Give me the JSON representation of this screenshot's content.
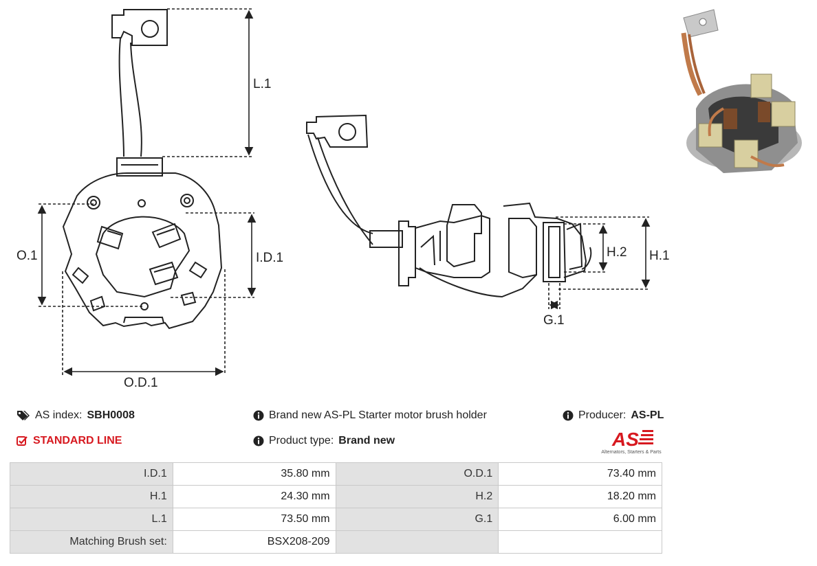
{
  "drawing": {
    "labels": {
      "l1": "L.1",
      "o1": "O.1",
      "id1": "I.D.1",
      "od1": "O.D.1",
      "h2": "H.2",
      "h1": "H.1",
      "g1": "G.1"
    }
  },
  "photo": {
    "icon": "product-photo"
  },
  "info": {
    "as_index_label": "AS index:",
    "as_index_value": "SBH0008",
    "standard_line": "STANDARD LINE",
    "description": "Brand new AS-PL Starter motor brush holder",
    "product_type_label": "Product type:",
    "product_type_value": "Brand new",
    "producer_label": "Producer:",
    "producer_value": "AS-PL"
  },
  "logo": {
    "text": "AS",
    "tagline": "Alternators, Starters & Parts",
    "color": "#d71920"
  },
  "specs": {
    "rows": [
      {
        "l1": "I.D.1",
        "v1": "35.80 mm",
        "l2": "O.D.1",
        "v2": "73.40 mm"
      },
      {
        "l1": "H.1",
        "v1": "24.30 mm",
        "l2": "H.2",
        "v2": "18.20 mm"
      },
      {
        "l1": "L.1",
        "v1": "73.50 mm",
        "l2": "G.1",
        "v2": "6.00 mm"
      },
      {
        "l1": "Matching Brush set:",
        "v1": "BSX208-209",
        "l2": "",
        "v2": ""
      }
    ]
  }
}
